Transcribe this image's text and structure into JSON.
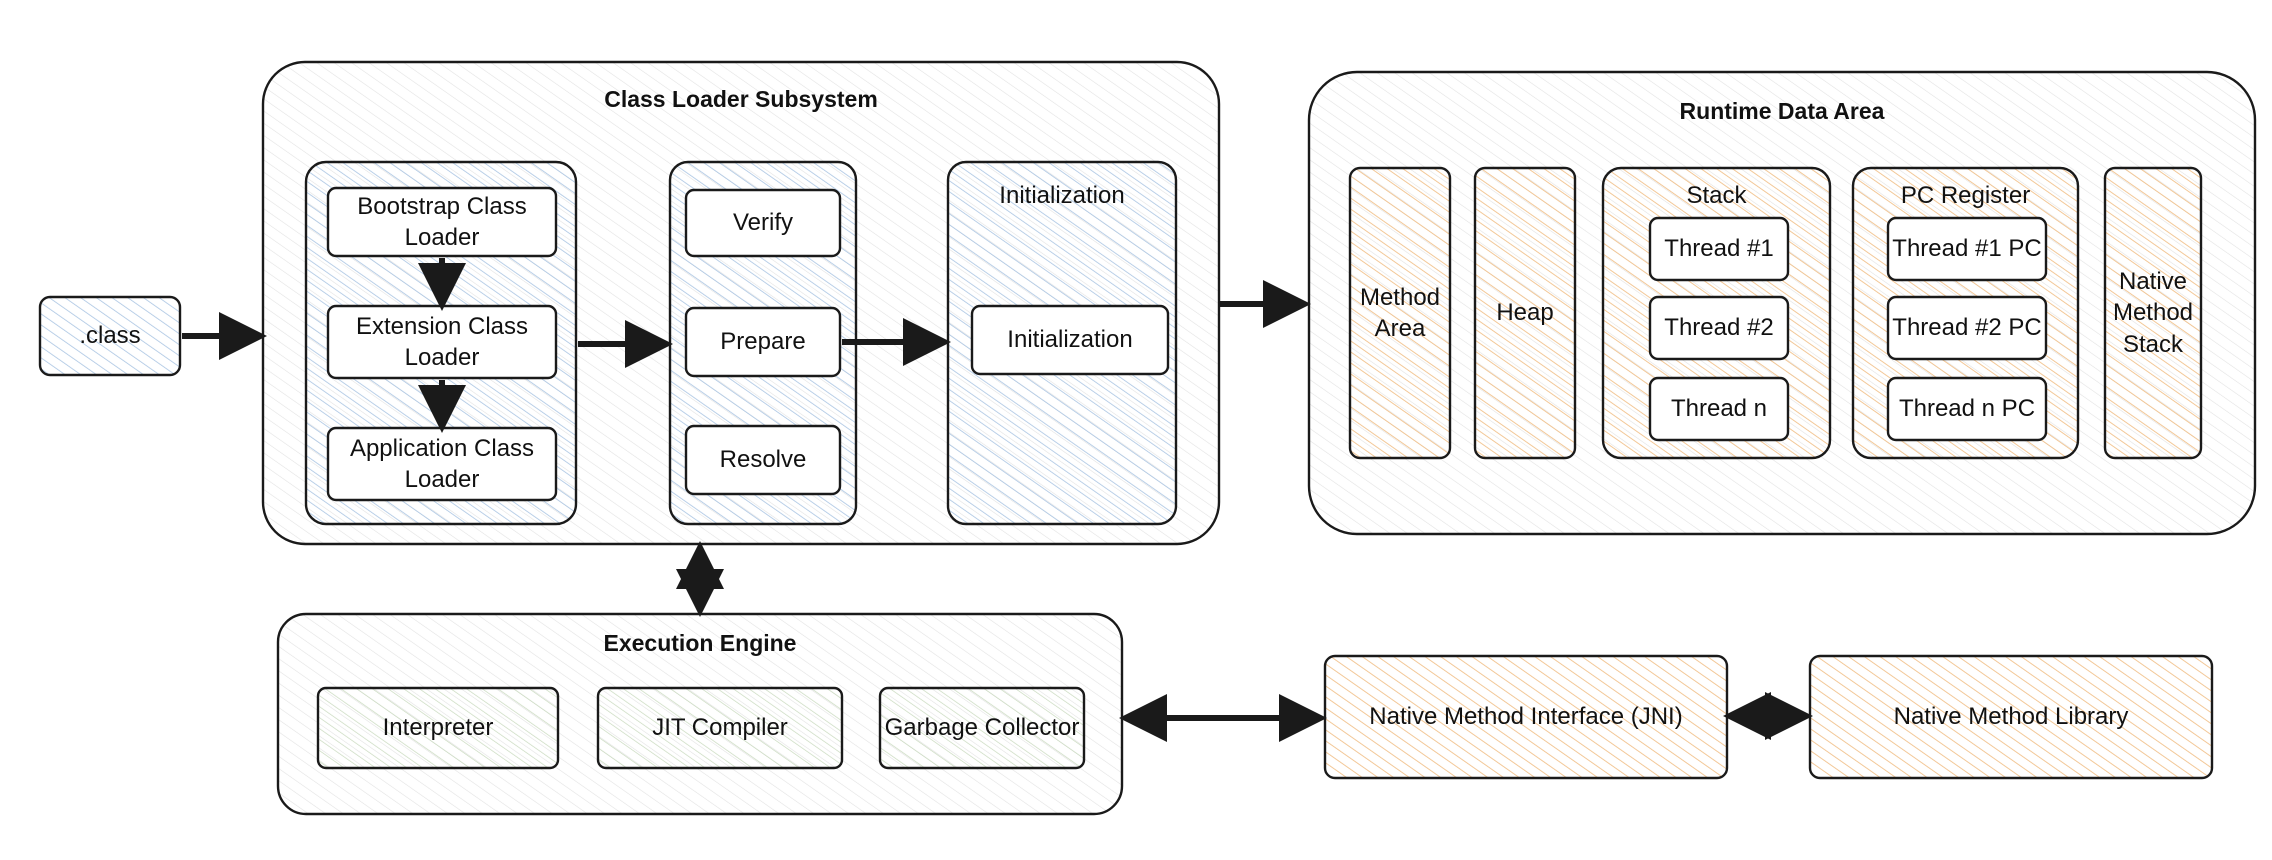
{
  "input": {
    "label": ".class"
  },
  "class_loader": {
    "title": "Class Loader Subsystem",
    "loaders": [
      "Bootstrap Class Loader",
      "Extension Class Loader",
      "Application Class Loader"
    ],
    "linking": [
      "Verify",
      "Prepare",
      "Resolve"
    ],
    "initialization": {
      "title": "Initialization",
      "step": "Initialization"
    }
  },
  "runtime": {
    "title": "Runtime Data Area",
    "method_area": "Method Area",
    "heap": "Heap",
    "stack": {
      "title": "Stack",
      "threads": [
        "Thread #1",
        "Thread #2",
        "Thread n"
      ]
    },
    "pc_register": {
      "title": "PC Register",
      "threads": [
        "Thread #1 PC",
        "Thread #2 PC",
        "Thread n PC"
      ]
    },
    "native_stack": "Native Method Stack"
  },
  "execution": {
    "title": "Execution Engine",
    "components": [
      "Interpreter",
      "JIT Compiler",
      "Garbage Collector"
    ]
  },
  "native_interface": "Native Method Interface (JNI)",
  "native_library": "Native Method Library",
  "colors": {
    "stroke": "#1a1a1a",
    "blue_hatch": "#a9c4e2",
    "orange_hatch": "#f1c28c",
    "green_hatch": "#c8d9bd",
    "grey_hatch": "#e2e2e2"
  }
}
